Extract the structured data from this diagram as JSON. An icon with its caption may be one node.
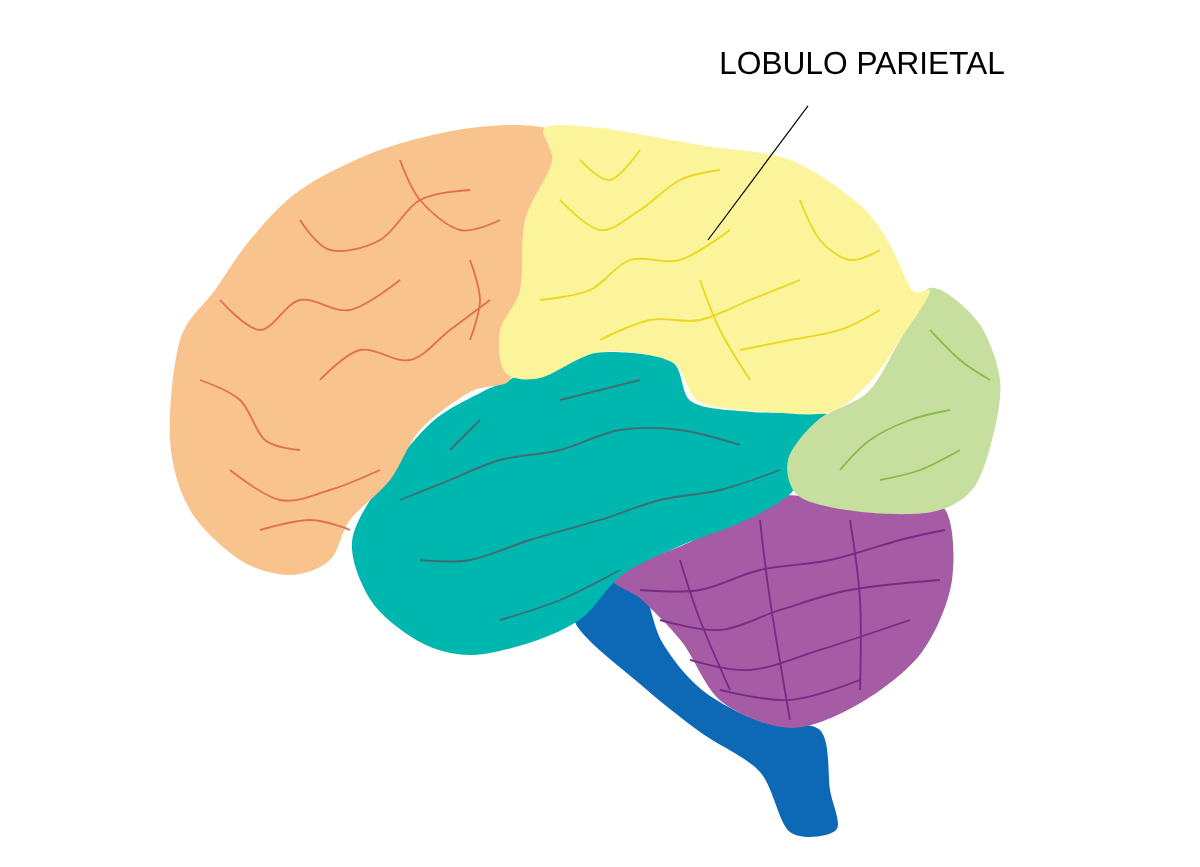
{
  "diagram": {
    "nodes": [
      {
        "text": [
          "LOBULO PARIETAL"
        ]
      },
      {
        "text": [],
        "shape": "picture"
      }
    ],
    "edges": [
      {
        "from": 0,
        "to": 1,
        "arrow": "none"
      }
    ]
  }
}
